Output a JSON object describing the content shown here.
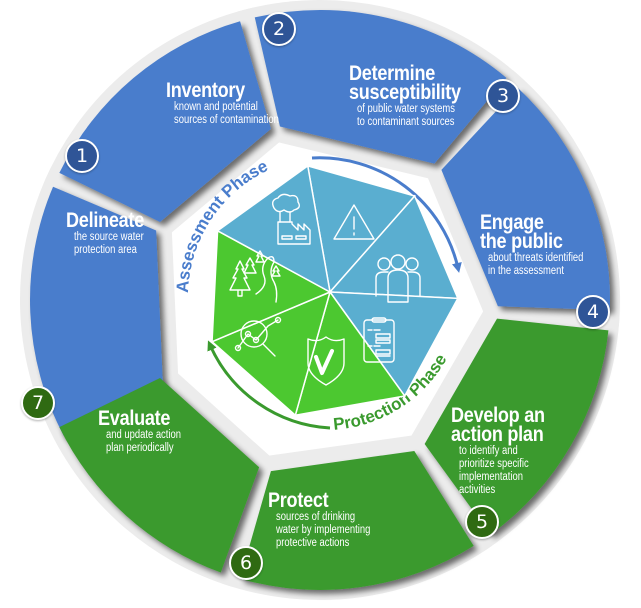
{
  "colors": {
    "assessment_segment": "#4a7dcc",
    "protection_segment": "#3a9a2e",
    "assessment_inner": "#5aaed0",
    "protection_inner": "#4cc830",
    "assessment_text": "#4a7dcc",
    "protection_text": "#3a9a2e",
    "badge_blue": "#2f5597",
    "badge_green": "#2f6a12"
  },
  "phases": {
    "assessment": "Assessment Phase",
    "protection": "Protection Phase"
  },
  "steps": [
    {
      "number": "1",
      "title": "Delineate",
      "title_lines": [
        "Delineate"
      ],
      "desc_lines": [
        "the source water",
        "protection area"
      ],
      "phase": "assessment"
    },
    {
      "number": "2",
      "title": "Inventory",
      "title_lines": [
        "Inventory"
      ],
      "desc_lines": [
        "known and potential",
        "sources of contamination"
      ],
      "phase": "assessment"
    },
    {
      "number": "3",
      "title": "Determine susceptibility",
      "title_lines": [
        "Determine",
        "susceptibility"
      ],
      "desc_lines": [
        "of public water systems",
        "to contaminant sources"
      ],
      "phase": "assessment"
    },
    {
      "number": "4",
      "title": "Engage the public",
      "title_lines": [
        "Engage",
        "the public"
      ],
      "desc_lines": [
        "about threats identified",
        "in the assessment"
      ],
      "phase": "assessment"
    },
    {
      "number": "5",
      "title": "Develop an action plan",
      "title_lines": [
        "Develop an",
        "action plan"
      ],
      "desc_lines": [
        "to identify and",
        "prioritize specific",
        "implementation",
        "activities"
      ],
      "phase": "protection"
    },
    {
      "number": "6",
      "title": "Protect",
      "title_lines": [
        "Protect"
      ],
      "desc_lines": [
        "sources of drinking",
        "water by implementing",
        "protective actions"
      ],
      "phase": "protection"
    },
    {
      "number": "7",
      "title": "Evaluate",
      "title_lines": [
        "Evaluate"
      ],
      "desc_lines": [
        "and update action",
        "plan periodically"
      ],
      "phase": "protection"
    }
  ],
  "center_icons": [
    {
      "name": "landscape-trees-icon",
      "phase": "assessment"
    },
    {
      "name": "factory-pollution-icon",
      "phase": "assessment"
    },
    {
      "name": "warning-triangle-icon",
      "phase": "assessment"
    },
    {
      "name": "people-group-icon",
      "phase": "assessment"
    },
    {
      "name": "clipboard-plan-icon",
      "phase": "protection"
    },
    {
      "name": "shield-check-icon",
      "phase": "protection"
    },
    {
      "name": "magnifier-analysis-icon",
      "phase": "protection"
    }
  ]
}
